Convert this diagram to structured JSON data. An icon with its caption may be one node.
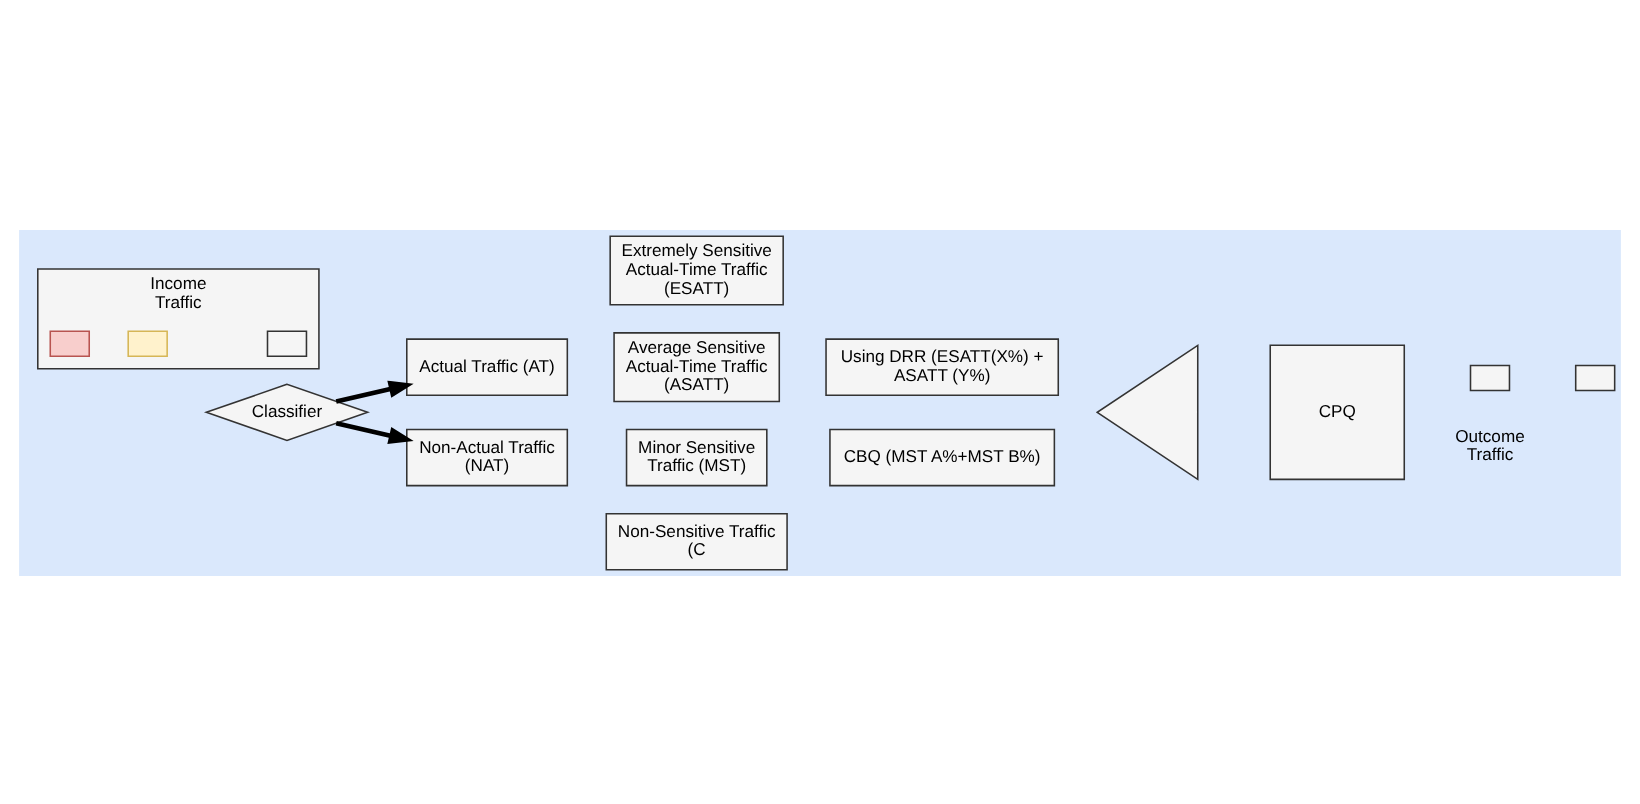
{
  "diagram": {
    "nodes": [
      {
        "text": [
          "Income Traffic"
        ]
      },
      {
        "text": [],
        "shape": "box",
        "in": 0
      },
      {
        "text": [],
        "shape": "box",
        "in": 0
      },
      {
        "text": [],
        "shape": "box",
        "in": 0
      },
      {
        "text": [
          "Classifier"
        ]
      },
      {
        "text": [
          "Actual Traffic (AT)"
        ]
      },
      {
        "text": [
          "Extremely Sensitive Actual-Time Traffic (ESATT)"
        ]
      },
      {
        "text": [
          "Average Sensitive Actual-Time Traffic (ASATT)"
        ]
      },
      {
        "text": [
          "Using DRR (ESATT(X%) + ASATT (Y%)"
        ]
      },
      {
        "text": [
          "Non-Actual Traffic (NAT)"
        ]
      },
      {
        "text": [
          "Minor Sensitive Traffic (MST)"
        ]
      },
      {
        "text": [
          "Non-Sensitive Traffic (C"
        ]
      },
      {
        "text": [
          "CBQ (MST A%+MST B%)"
        ]
      },
      {
        "text": [],
        "shape": "triangle"
      },
      {
        "text": [
          "CPQ"
        ]
      },
      {
        "text": [],
        "shape": "box"
      },
      {
        "text": [],
        "shape": "box"
      }
    ],
    "edges": [
      {
        "from": 4,
        "to": 5,
        "arrow": "to"
      },
      {
        "from": 4,
        "to": 9,
        "arrow": "to"
      }
    ],
    "labels": [
      "Outcome Traffic"
    ]
  }
}
